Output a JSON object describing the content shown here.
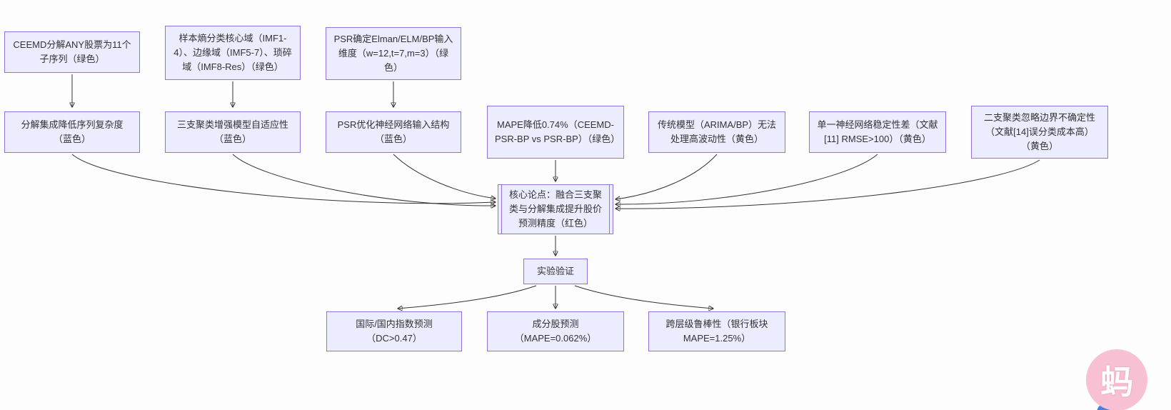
{
  "diagram": {
    "colors": {
      "node_fill": "#ECECFF",
      "node_border": "#9370DB",
      "arrow": "#333333",
      "watermark_pink": "#F7C0D3"
    },
    "top_nodes": [
      {
        "label": "CEEMD分解ANY股票为11个子序列（绿色）"
      },
      {
        "label": "样本熵分类核心域（IMF1-4）、边缘域（IMF5-7）、琐碎域（IMF8-Res）（绿色）"
      },
      {
        "label": "PSR确定Elman/ELM/BP输入维度（w=12,t=7,m=3）（绿色）"
      }
    ],
    "mid_nodes": [
      {
        "label": "分解集成降低序列复杂度（蓝色）"
      },
      {
        "label": "三支聚类增强模型自适应性（蓝色）"
      },
      {
        "label": "PSR优化神经网络输入结构（蓝色）"
      },
      {
        "label": "MAPE降低0.74%（CEEMD-PSR-BP vs PSR-BP）（绿色）"
      },
      {
        "label": "传统模型（ARIMA/BP）无法处理高波动性（黄色）"
      },
      {
        "label": "单一神经网络稳定性差（文献[11] RMSE>100）（黄色）"
      },
      {
        "label": "二支聚类忽略边界不确定性（文献[14]误分类成本高）（黄色）"
      }
    ],
    "core_node": {
      "label": "核心论点：融合三支聚类与分解集成提升股价预测精度（红色）"
    },
    "experiment_node": {
      "label": "实验验证"
    },
    "result_nodes": [
      {
        "label": "国际/国内指数预测（DC>0.47）"
      },
      {
        "label": "成分股预测（MAPE=0.062%）"
      },
      {
        "label": "跨层级鲁棒性（银行板块MAPE=1.25%）"
      }
    ],
    "watermark": {
      "label": "蚂"
    }
  }
}
